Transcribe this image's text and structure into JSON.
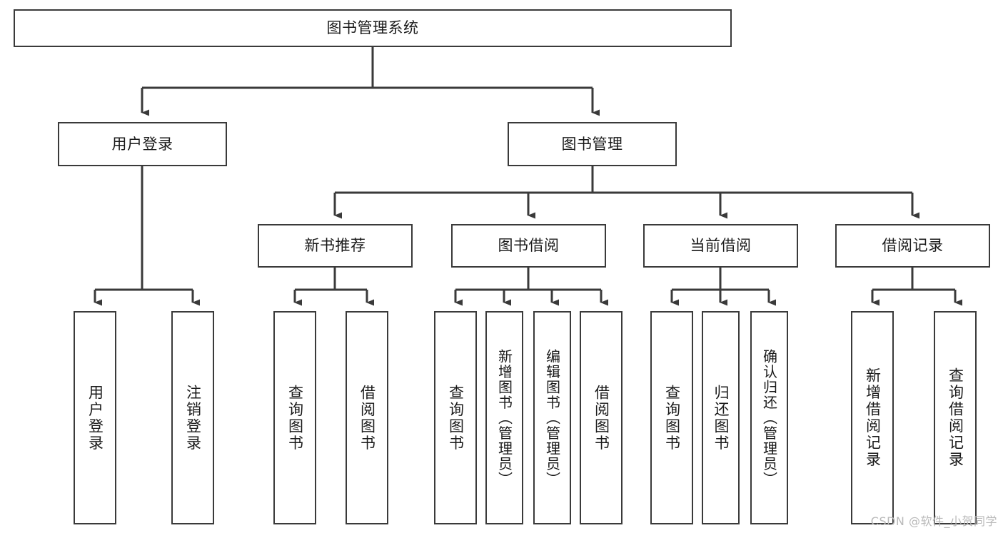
{
  "diagram": {
    "title": "图书管理系统",
    "type": "tree-hierarchy",
    "watermark": "CSDN @软件_小贺同学",
    "colors": {
      "box_border": "#3a3a3a",
      "edge": "#3a3a3a",
      "text": "#1a1a1a",
      "background": "#ffffff",
      "watermark": "#b9b9b9"
    },
    "nodes": {
      "root": {
        "label": "图书管理系统"
      },
      "level2": [
        {
          "id": "user-login",
          "label": "用户登录"
        },
        {
          "id": "book-management",
          "label": "图书管理"
        }
      ],
      "level3": [
        {
          "id": "new-book-recommend",
          "label": "新书推荐"
        },
        {
          "id": "book-borrow",
          "label": "图书借阅"
        },
        {
          "id": "current-borrow",
          "label": "当前借阅"
        },
        {
          "id": "borrow-record",
          "label": "借阅记录"
        }
      ],
      "leaves": {
        "user-login": [
          {
            "id": "leaf-user-login",
            "label": "用户登录"
          },
          {
            "id": "leaf-user-logout",
            "label": "注销登录"
          }
        ],
        "new-book-recommend": [
          {
            "id": "leaf-query-book-1",
            "label": "查询图书"
          },
          {
            "id": "leaf-borrow-book-1",
            "label": "借阅图书"
          }
        ],
        "book-borrow": [
          {
            "id": "leaf-query-book-2",
            "label": "查询图书"
          },
          {
            "id": "leaf-add-book-admin",
            "label": "新增图书（管理员）"
          },
          {
            "id": "leaf-edit-book-admin",
            "label": "编辑图书（管理员）"
          },
          {
            "id": "leaf-borrow-book-2",
            "label": "借阅图书"
          }
        ],
        "current-borrow": [
          {
            "id": "leaf-query-book-3",
            "label": "查询图书"
          },
          {
            "id": "leaf-return-book",
            "label": "归还图书"
          },
          {
            "id": "leaf-confirm-return-admin",
            "label": "确认归还（管理员）"
          }
        ],
        "borrow-record": [
          {
            "id": "leaf-add-borrow-record",
            "label": "新增借阅记录"
          },
          {
            "id": "leaf-query-borrow-record",
            "label": "查询借阅记录"
          }
        ]
      }
    }
  }
}
